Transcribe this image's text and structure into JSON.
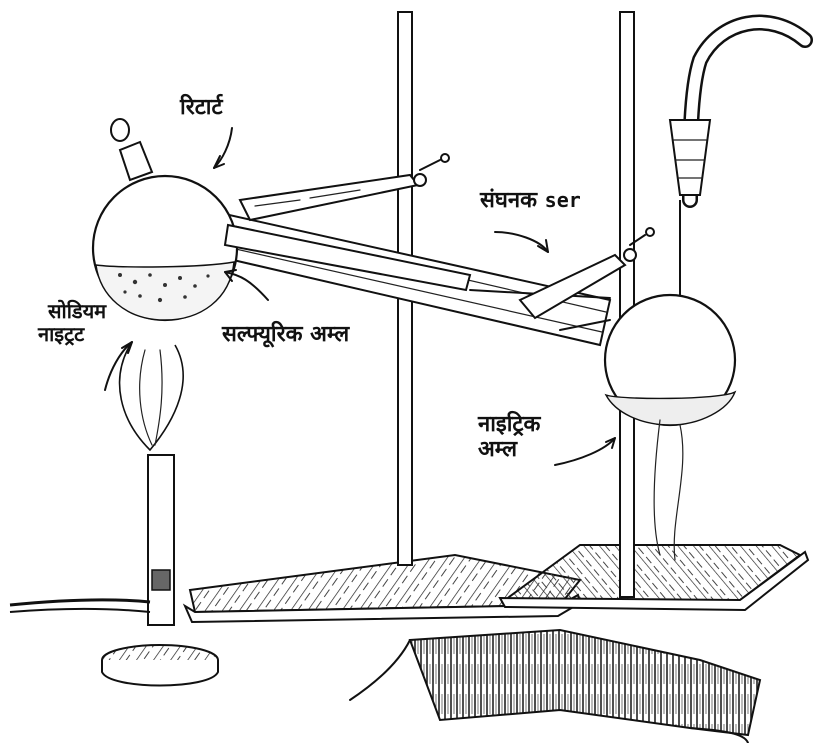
{
  "labels": {
    "retort": "रिटार्ट",
    "condenser": "संघनक",
    "condenser_extra": "ser",
    "sodium_nitrate_line1": "सोडियम",
    "sodium_nitrate_line2": "नाइट्रट",
    "sulphuric_acid": "सल्फ्यूरिक अम्ल",
    "nitric_acid_line1": "नाइट्रिक",
    "nitric_acid_line2": "अम्ल"
  }
}
